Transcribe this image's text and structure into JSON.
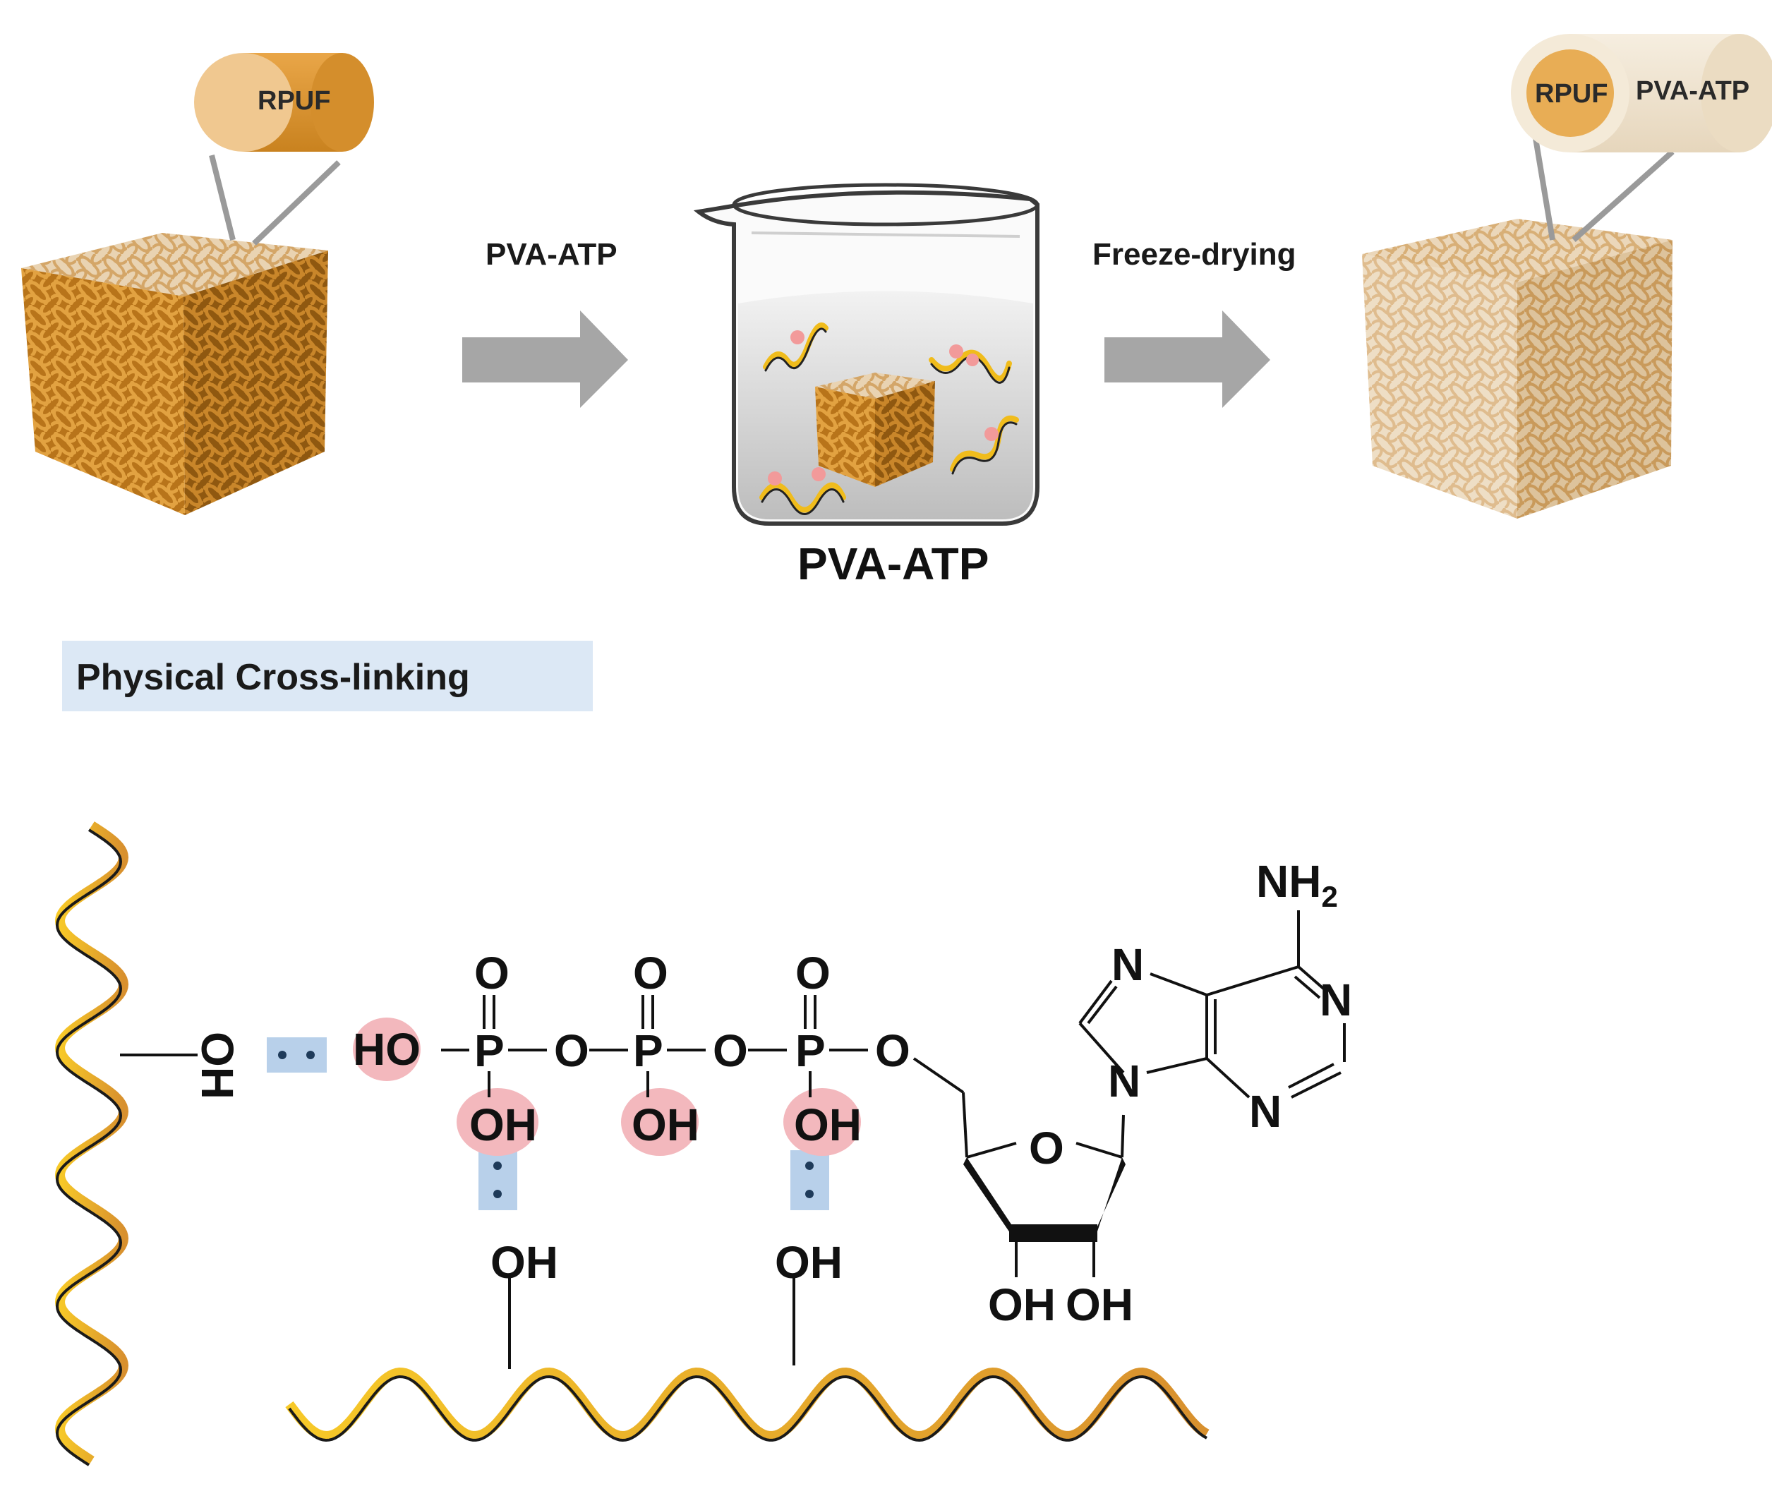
{
  "steps": {
    "arrow1_label": "PVA-ATP",
    "arrow2_label": "Freeze-drying",
    "beaker_caption": "PVA-ATP"
  },
  "cylinders": {
    "left_label": "RPUF",
    "right_inner_label": "RPUF",
    "right_outer_label": "PVA-ATP"
  },
  "section": {
    "title": "Physical Cross-linking"
  },
  "molecule": {
    "chain_oh": "OH",
    "ho": "HO",
    "p": "P",
    "o": "O",
    "oh": "OH",
    "n": "N",
    "nh2": "NH",
    "nh2_sub": "2"
  },
  "colors": {
    "foam": "#d08a25",
    "foam_light": "#e8c99a",
    "arrow": "#a6a6a6",
    "hbond_box": "#b8d0ea",
    "oh_highlight": "#f3b8bd",
    "helix_yellow": "#f5c518",
    "helix_orange": "#e0a23a"
  }
}
